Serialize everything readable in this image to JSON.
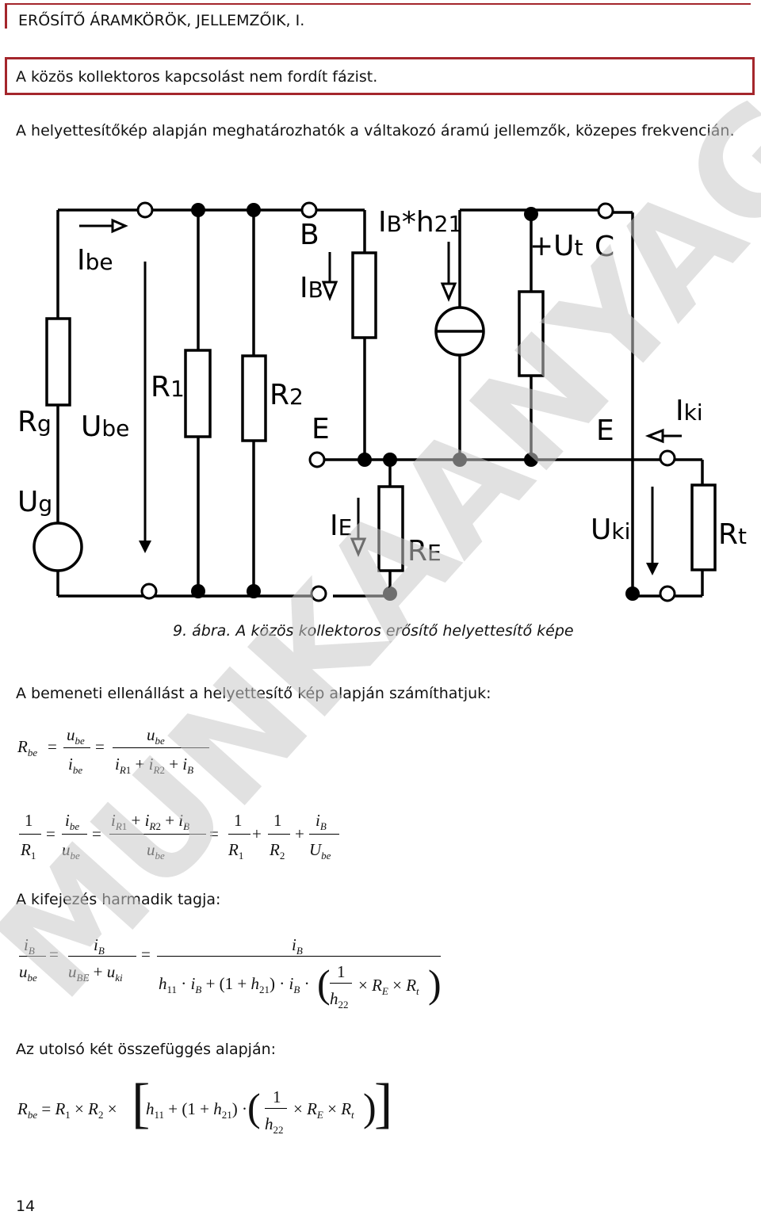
{
  "header": {
    "title": "ERŐSÍTŐ ÁRAMKÖRÖK, JELLEMZŐIK, I."
  },
  "highlight_box": {
    "text": "A közös kollektoros kapcsolást nem fordít fázist."
  },
  "intro_paragraph": "A helyettesítőkép alapján meghatározhatók a váltakozó áramú jellemzők, közepes frekvencián.",
  "figure": {
    "caption": "9. ábra. A közös kollektoros erősítő helyettesítő képe",
    "labels": {
      "ibe": "I",
      "ibe_sub": "be",
      "rg": "R",
      "rg_sub": "g",
      "ube": "U",
      "ube_sub": "be",
      "ug": "U",
      "ug_sub": "g",
      "r1": "R",
      "r1_sub": "1",
      "r2": "R",
      "r2_sub": "2",
      "b": "B",
      "ib": "I",
      "ib_sub": "B",
      "e_left": "E",
      "ibh21": "I",
      "ibh21_sub": "B",
      "ibh21_rest": "*h",
      "ibh21_sub2": "21",
      "ut": "+U",
      "ut_sub": "t",
      "c": "C",
      "iki": "I",
      "iki_sub": "ki",
      "e_right": "E",
      "ie": "I",
      "ie_sub": "E",
      "re": "R",
      "re_sub": "E",
      "uki": "U",
      "uki_sub": "ki",
      "rt": "R",
      "rt_sub": "t"
    }
  },
  "text_input_resistance": "A bemeneti ellenállást a helyettesítő kép alapján számíthatjuk:",
  "text_third_term": "A kifejezés harmadik tagja:",
  "text_last_two": "Az utolsó két összefüggés alapján:",
  "watermark": "MUNKAANYAG",
  "page_number": "14",
  "colors": {
    "accent": "#a4262c",
    "watermark": "#c8c8c8"
  }
}
